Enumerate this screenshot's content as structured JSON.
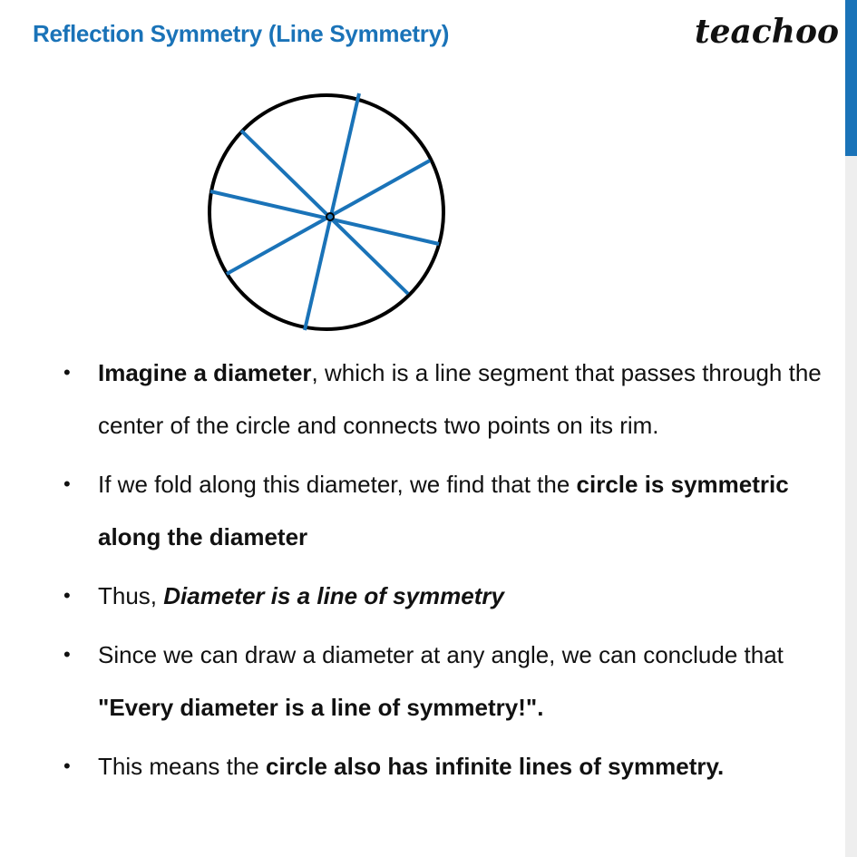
{
  "header": {
    "title": "Reflection Symmetry (Line Symmetry)",
    "logo_text": "teachoo"
  },
  "colors": {
    "accent": "#1a73b8",
    "circle": "#000000",
    "line": "#1a73b8"
  },
  "bullets": [
    {
      "parts": [
        {
          "text": "Imagine a diameter",
          "style": "bold"
        },
        {
          "text": ", which is a line segment that passes through the center of the circle and connects two points on its rim.",
          "style": "normal"
        }
      ]
    },
    {
      "parts": [
        {
          "text": "If we fold along this diameter, we find that the ",
          "style": "normal"
        },
        {
          "text": "circle is symmetric along the diameter",
          "style": "bold"
        }
      ]
    },
    {
      "parts": [
        {
          "text": "Thus, ",
          "style": "normal"
        },
        {
          "text": "Diameter is a line of symmetry",
          "style": "bold-italic"
        }
      ]
    },
    {
      "parts": [
        {
          "text": "Since we can draw a diameter at any angle, we can conclude that  ",
          "style": "normal"
        },
        {
          "text": "\"Every diameter is a line of symmetry!\".",
          "style": "bold"
        }
      ]
    },
    {
      "parts": [
        {
          "text": "This means the ",
          "style": "normal"
        },
        {
          "text": "circle also has infinite lines of symmetry.",
          "style": "bold"
        }
      ]
    }
  ],
  "bullet_glyph": "•"
}
